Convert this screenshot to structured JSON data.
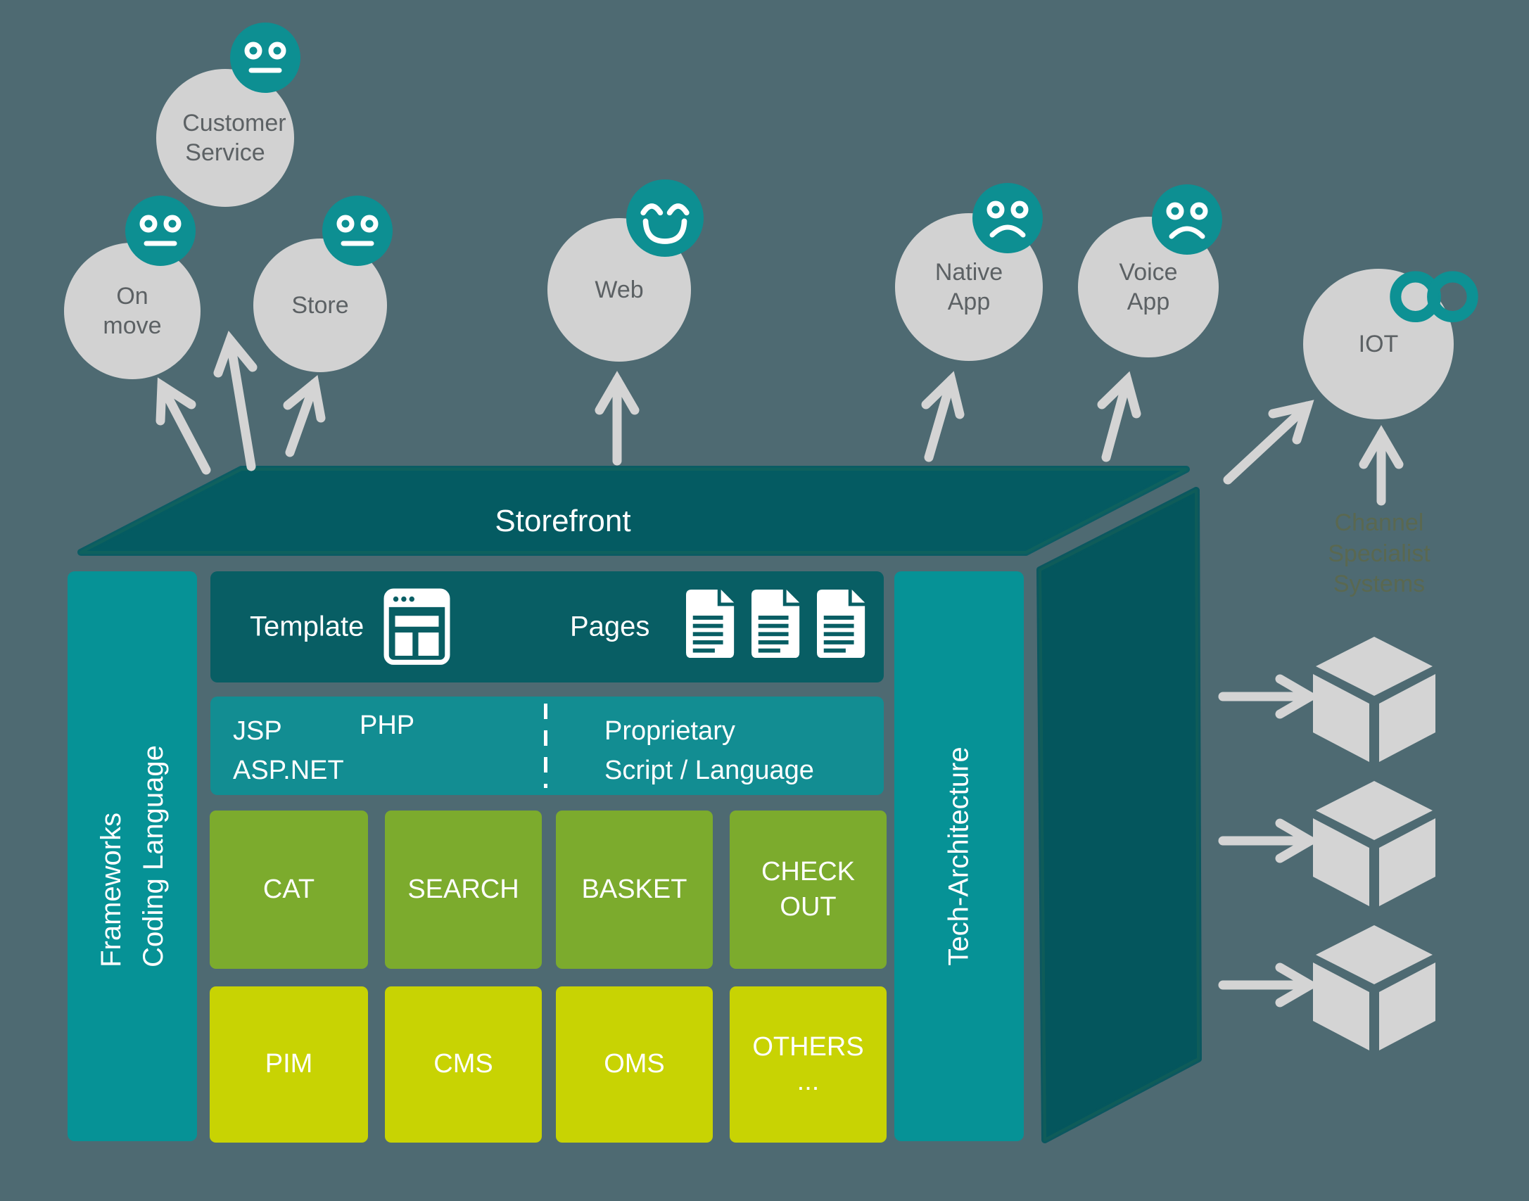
{
  "colors": {
    "bg": "#4e6a72",
    "face-dark": "#045b62",
    "face-side": "#04565d",
    "bar-dark": "#085e64",
    "bar-teal": "#128d92",
    "rail-teal": "#069296",
    "green": "#7cab2d",
    "yellow": "#c8d303",
    "circle-gray": "#d2d2d2",
    "circle-text": "#5c6164",
    "badge-teal": "#0d8f92",
    "arrow-gray": "#d4d4d4",
    "edge-lime": "#7e9c3a",
    "note-text": "#5a6850"
  },
  "channels": [
    {
      "label": "Customer Service",
      "mood": "neutral"
    },
    {
      "label": "On move",
      "mood": "neutral"
    },
    {
      "label": "Store",
      "mood": "neutral"
    },
    {
      "label": "Web",
      "mood": "happy"
    },
    {
      "label": "Native App",
      "mood": "sad"
    },
    {
      "label": "Voice App",
      "mood": "sad"
    },
    {
      "label": "IOT",
      "mood": "infinity"
    }
  ],
  "storefront": {
    "title": "Storefront",
    "template_label": "Template",
    "pages_label": "Pages",
    "languages": {
      "jsp": "JSP",
      "aspnet": "ASP.NET",
      "php": "PHP",
      "proprietary_line1": "Proprietary",
      "proprietary_line2": "Script / Language"
    },
    "modules_row1": [
      "CAT",
      "SEARCH",
      "BASKET",
      "CHECK OUT"
    ],
    "modules_row2": [
      "PIM",
      "CMS",
      "OMS",
      "OTHERS ..."
    ],
    "left_rail_line1": "Frameworks",
    "left_rail_line2": "Coding Language",
    "right_rail": "Tech-Architecture"
  },
  "channel_specialist_note": {
    "line1": "Channel",
    "line2": "Specialist",
    "line3": "Systems"
  }
}
